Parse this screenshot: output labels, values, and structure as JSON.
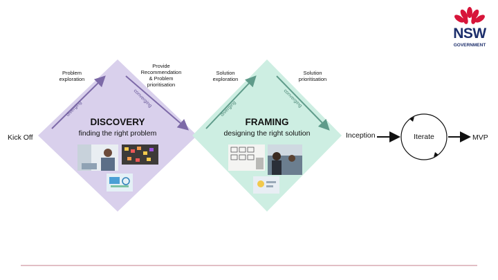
{
  "logo": {
    "name": "NSW",
    "sub": "GOVERNMENT",
    "petal_color": "#d7153a",
    "text_color": "#1c2e6b"
  },
  "stages": {
    "kickoff": "Kick Off",
    "inception": "Inception",
    "iterate": "Iterate",
    "mvp": "MVP"
  },
  "discovery": {
    "title": "DISCOVERY",
    "subtitle": "finding the right problem",
    "left_step": "Problem\nexploration",
    "right_step": "Provide\nRecommendation\n& Problem\nprioritisation",
    "diverging": "diverging",
    "converging": "converging",
    "color": "#d9d0ec",
    "arrow_color": "#7d6aa8"
  },
  "framing": {
    "title": "FRAMING",
    "subtitle": "designing the right solution",
    "left_step": "Solution\nexploration",
    "right_step": "Solution\nprioritisation",
    "diverging": "diverging",
    "converging": "converging",
    "color": "#cdeee2",
    "arrow_color": "#5f9b8a"
  }
}
